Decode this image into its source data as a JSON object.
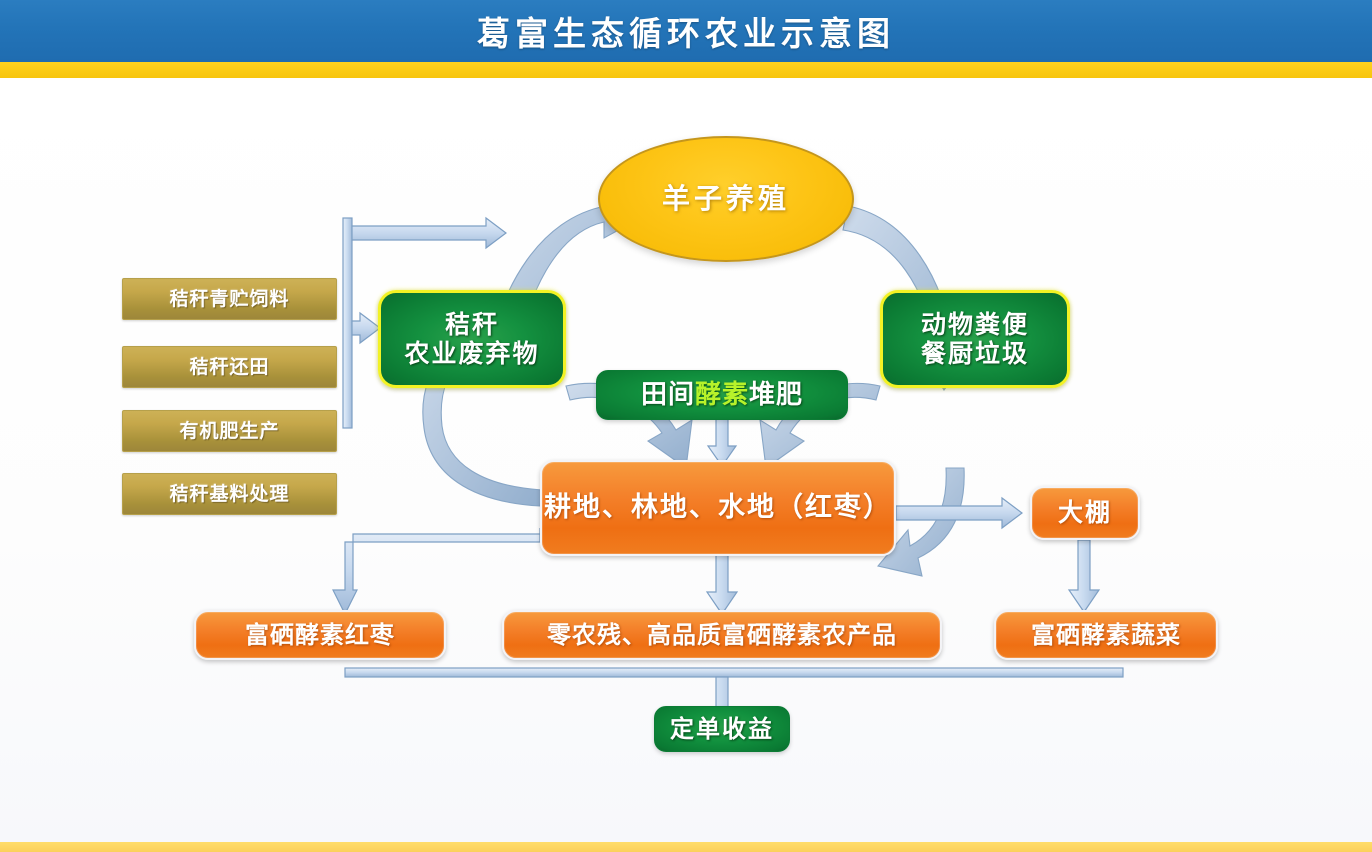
{
  "header": {
    "title": "葛富生态循环农业示意图",
    "band_color": "#2374b8",
    "stripe_color": "#f7c50d"
  },
  "footer": {
    "stripe_color": "#fbd05a"
  },
  "palette": {
    "gold": "#c6a84b",
    "green": "#0b7a33",
    "green_glow_border": "#f2f224",
    "orange": "#ef6f13",
    "yellow_ellipse": "#fdc415",
    "arrow_fill": "#cfe0f2",
    "arrow_stroke": "#7d9fc4",
    "enzyme_highlight": "#b7f22a",
    "text_white": "#ffffff"
  },
  "diagram": {
    "type": "flow-diagram",
    "inputs": [
      {
        "id": "straw-silage",
        "label": "秸秆青贮饲料"
      },
      {
        "id": "straw-return",
        "label": "秸秆还田"
      },
      {
        "id": "organic-fertilizer",
        "label": "有机肥生产"
      },
      {
        "id": "straw-substrate",
        "label": "秸秆基料处理"
      }
    ],
    "nodes": {
      "sheep": {
        "label": "羊子养殖",
        "shape": "ellipse",
        "color": "#fdc415"
      },
      "straw_waste": {
        "line1": "秸秆",
        "line2": "农业废弃物",
        "shape": "rounded-rect",
        "color": "#0b7a33"
      },
      "manure": {
        "line1": "动物粪便",
        "line2": "餐厨垃圾",
        "shape": "rounded-rect",
        "color": "#0b7a33"
      },
      "compost": {
        "prefix": "田间",
        "highlight": "酵素",
        "suffix": "堆肥",
        "shape": "rounded-rect",
        "color": "#0b7a33"
      },
      "land": {
        "label": "耕地、林地、水地（红枣）",
        "shape": "rounded-rect",
        "color": "#ef6f13"
      },
      "greenhouse": {
        "label": "大棚",
        "shape": "rounded-rect",
        "color": "#ef6f13"
      },
      "jujube": {
        "label": "富硒酵素红枣",
        "shape": "rounded-rect",
        "color": "#ef6f13"
      },
      "produce": {
        "label": "零农残、高品质富硒酵素农产品",
        "shape": "rounded-rect",
        "color": "#ef6f13"
      },
      "vegetables": {
        "label": "富硒酵素蔬菜",
        "shape": "rounded-rect",
        "color": "#ef6f13"
      },
      "revenue": {
        "label": "定单收益",
        "shape": "rounded-rect",
        "color": "#0a7a33"
      }
    },
    "edges": [
      {
        "from": "inputs",
        "to": "sheep",
        "style": "straight-arrow"
      },
      {
        "from": "inputs",
        "to": "straw_waste",
        "style": "straight-arrow"
      },
      {
        "from": "straw_waste",
        "to": "sheep",
        "style": "curved-arrow"
      },
      {
        "from": "sheep",
        "to": "manure",
        "style": "curved-arrow"
      },
      {
        "from": "straw_waste",
        "to": "compost",
        "style": "curved-arrow"
      },
      {
        "from": "manure",
        "to": "compost",
        "style": "curved-arrow"
      },
      {
        "from": "compost",
        "to": "land",
        "style": "straight-arrow"
      },
      {
        "from": "land",
        "to": "straw_waste",
        "style": "curved-arrow"
      },
      {
        "from": "manure",
        "to": "land",
        "style": "curved-arrow"
      },
      {
        "from": "land",
        "to": "greenhouse",
        "style": "straight-arrow"
      },
      {
        "from": "land",
        "to": "jujube",
        "style": "elbow-arrow"
      },
      {
        "from": "land",
        "to": "produce",
        "style": "straight-arrow"
      },
      {
        "from": "greenhouse",
        "to": "vegetables",
        "style": "straight-arrow"
      },
      {
        "from": "products-bus",
        "to": "revenue",
        "style": "straight-arrow"
      }
    ]
  }
}
